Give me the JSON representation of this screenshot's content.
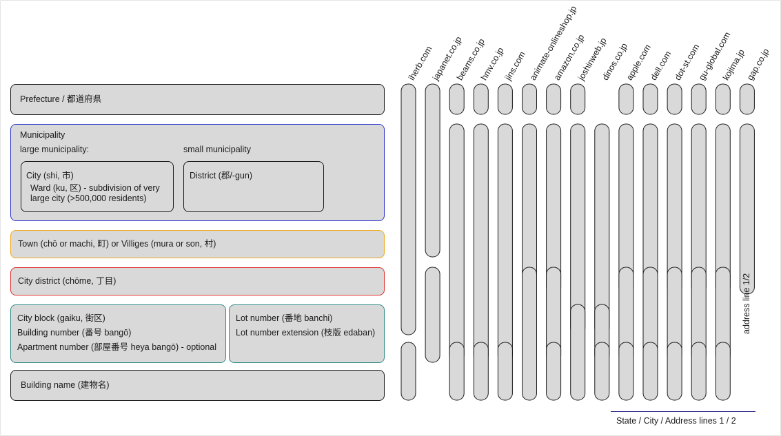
{
  "hierarchy": {
    "prefecture": "Prefecture / 都道府県",
    "municipality": {
      "title": "Municipality",
      "large_label": "large municipality:",
      "small_label": "small municipality",
      "city_title": "City (shi, 市)",
      "ward_line1": "Ward (ku, 区) - subdivision of very",
      "ward_line2": "large city (>500,000 residents)",
      "district": "District (郡/-gun)"
    },
    "town": "Town (chō or machi, 町) or Villiges (mura or son, 村)",
    "city_district": "City district (chōme, 丁目)",
    "block": {
      "city_block": "City block (gaiku, 街区)",
      "building_number": "Building number (番号 bangō)",
      "apartment_number": "Apartment number (部屋番号 heya bangō) - optional"
    },
    "lot": {
      "lot_number": "Lot number (番地 banchi)",
      "lot_extension": "Lot number extension (枝版 edaban)"
    },
    "building_name": "Building name (建物名)"
  },
  "colors": {
    "municipality_border": "#2a33c8",
    "town_border": "#f0a81e",
    "city_district_border": "#e02e2e",
    "block_border": "#2e8a85",
    "legend_line": "#2b2b8a",
    "bar_fill": "#d9d9d9"
  },
  "sites": [
    {
      "name": "iherb.com",
      "spans": [
        [
          0,
          3
        ],
        [
          5,
          5
        ]
      ]
    },
    {
      "name": "japanet.co.jp",
      "spans": [
        [
          0,
          1
        ],
        [
          3,
          4
        ]
      ]
    },
    {
      "name": "beams.co.jp",
      "spans": [
        [
          0,
          0
        ],
        [
          1,
          4
        ],
        [
          5,
          5
        ]
      ]
    },
    {
      "name": "hmv.co.jp",
      "spans": [
        [
          0,
          0
        ],
        [
          1,
          4
        ],
        [
          5,
          5
        ]
      ]
    },
    {
      "name": "jins.com",
      "spans": [
        [
          0,
          0
        ],
        [
          1,
          4
        ],
        [
          5,
          5
        ]
      ]
    },
    {
      "name": "animate-onlineshop.jp",
      "spans": [
        [
          0,
          0
        ],
        [
          1,
          2
        ],
        [
          3,
          5
        ]
      ]
    },
    {
      "name": "amazon.co.jp",
      "spans": [
        [
          0,
          0
        ],
        [
          1,
          2
        ],
        [
          3,
          4
        ],
        [
          5,
          5
        ]
      ]
    },
    {
      "name": "joshinweb.jp",
      "spans": [
        [
          0,
          0
        ],
        [
          1,
          3
        ],
        [
          4,
          5
        ]
      ]
    },
    {
      "name": "dinos.co.jp",
      "spans": [
        [
          1,
          3
        ],
        [
          4,
          4
        ],
        [
          5,
          5
        ]
      ]
    },
    {
      "name": "apple.com",
      "spans": [
        [
          0,
          0
        ],
        [
          1,
          2
        ],
        [
          3,
          4
        ],
        [
          5,
          5
        ]
      ]
    },
    {
      "name": "dell.com",
      "spans": [
        [
          0,
          0
        ],
        [
          1,
          2
        ],
        [
          3,
          4
        ],
        [
          5,
          5
        ]
      ]
    },
    {
      "name": "dot-st.com",
      "spans": [
        [
          0,
          0
        ],
        [
          1,
          2
        ],
        [
          3,
          4
        ],
        [
          5,
          5
        ]
      ]
    },
    {
      "name": "gu-global.com",
      "spans": [
        [
          0,
          0
        ],
        [
          1,
          2
        ],
        [
          3,
          4
        ],
        [
          5,
          5
        ]
      ]
    },
    {
      "name": "kojima.jp",
      "spans": [
        [
          0,
          0
        ],
        [
          1,
          2
        ],
        [
          3,
          4
        ],
        [
          5,
          5
        ]
      ]
    },
    {
      "name": "gap.co.jp",
      "spans": [
        [
          0,
          0
        ],
        [
          1,
          2
        ]
      ]
    }
  ],
  "side_label": "address line 1/2",
  "legend_label": "State / City / Address lines 1 / 2"
}
